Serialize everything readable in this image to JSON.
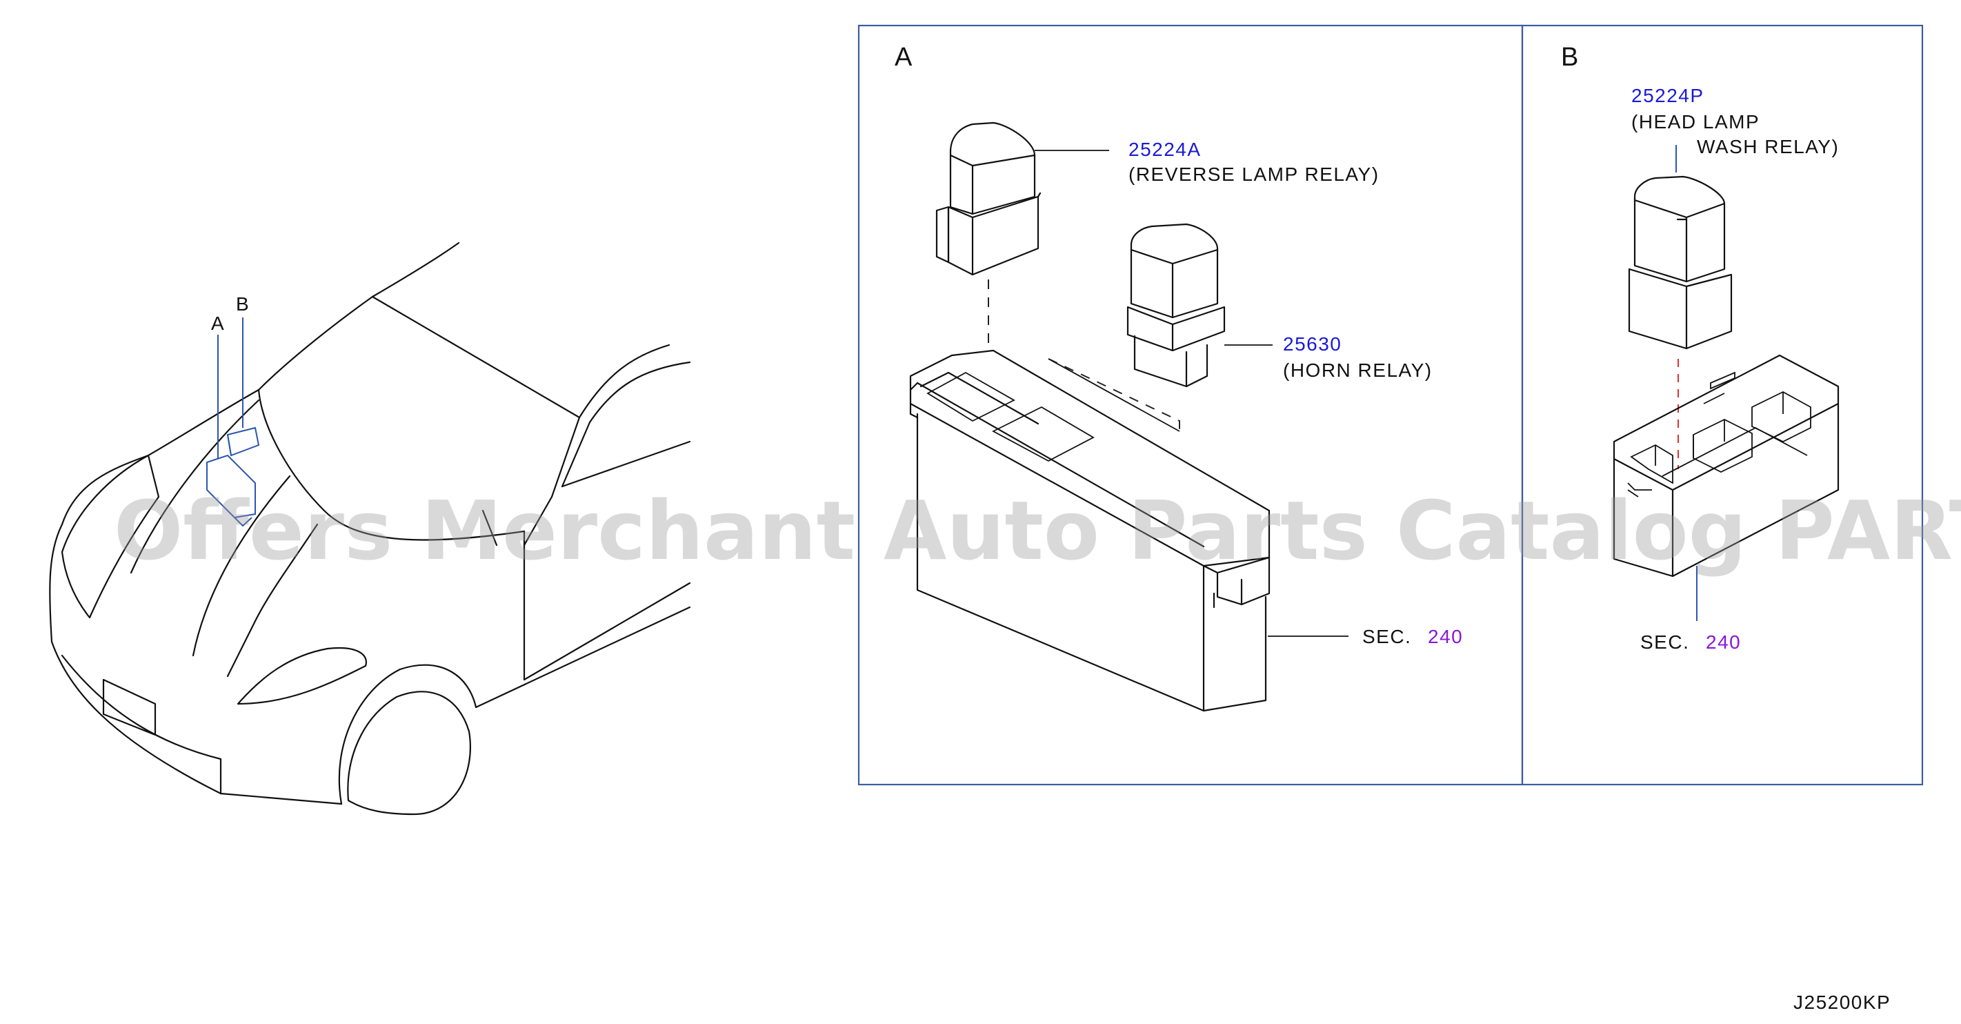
{
  "callouts": {
    "overview_a": "A",
    "overview_b": "B",
    "panel_a": "A",
    "panel_b": "B"
  },
  "parts": {
    "reverse_relay": {
      "number": "25224A",
      "name": "(REVERSE   LAMP   RELAY)"
    },
    "horn_relay": {
      "number": "25630",
      "name": "(HORN   RELAY)"
    },
    "washer_relay": {
      "number": "25224P",
      "name_line1": "(HEAD   LAMP",
      "name_line2": "WASH   RELAY)"
    }
  },
  "section_refs": {
    "a": {
      "label": "SEC.",
      "number": "240"
    },
    "b": {
      "label": "SEC.",
      "number": "240"
    }
  },
  "diagram_code": "J25200KP",
  "watermark": "Offers Merchant Auto Parts Catalog PARTSTORE.SA",
  "colors": {
    "part_number": "#1a1ad6",
    "section_number": "#8a16d9",
    "panel_border": "#3a5fa0",
    "guide_dash": "#e03030"
  }
}
